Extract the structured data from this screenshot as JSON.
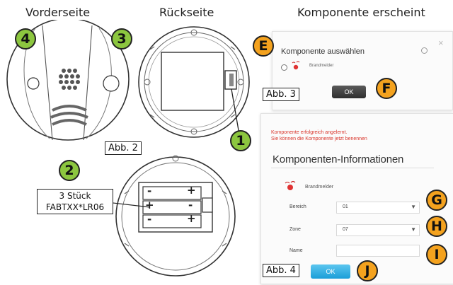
{
  "titles": {
    "front": "Vorderseite",
    "back": "Rückseite",
    "component": "Komponente erscheint"
  },
  "figure_labels": {
    "abb2": "Abb. 2",
    "abb3": "Abb. 3",
    "abb4": "Abb. 4"
  },
  "battery_note": {
    "line1": "3 Stück",
    "line2": "FABTXX*LR06"
  },
  "battery_signs": {
    "row1_left": "-",
    "row1_right": "+",
    "row2_left": "+",
    "row2_right": "-",
    "row3_left": "-",
    "row3_right": "+"
  },
  "markers": {
    "m1": "1",
    "m2": "2",
    "m3": "3",
    "m4": "4",
    "e": "E",
    "f": "F",
    "g": "G",
    "h": "H",
    "i": "I",
    "j": "J"
  },
  "colors": {
    "green_marker": "#8cc63f",
    "orange_marker": "#f4a21e",
    "error_text": "#d9352b",
    "ok_blue": "#1a9ed8"
  },
  "dialog3": {
    "title": "Komponente auswählen",
    "item": "Brandmelder",
    "ok": "OK"
  },
  "dialog4": {
    "success_line1": "Komponente erfolgreich angelernt.",
    "success_line2": "Sie können die Komponente jetzt benennen",
    "heading": "Komponenten-Informationen",
    "device": "Brandmelder",
    "bereich_label": "Bereich",
    "bereich_value": "01",
    "zone_label": "Zone",
    "zone_value": "07",
    "name_label": "Name",
    "name_value": "",
    "ok": "OK"
  }
}
